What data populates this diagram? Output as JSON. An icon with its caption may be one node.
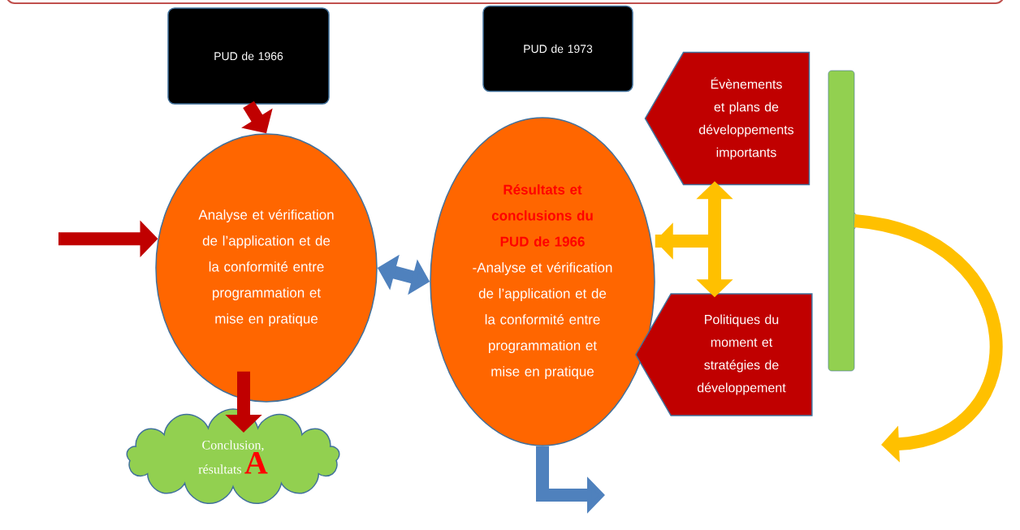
{
  "diagram": {
    "nodes": [
      {
        "text": [
          "PUD de 1966"
        ]
      },
      {
        "text": [
          "PUD de 1973"
        ]
      },
      {
        "text": [
          "Analyse et vérification de l’application et de la conformité entre programmation et mise en pratique"
        ]
      },
      {
        "text": [
          "Résultats et conclusions du PUD de 1966",
          "-Analyse et vérification de l’application et de la conformité entre programmation et mise en pratique"
        ]
      },
      {
        "text": [
          "Évènements et plans de développements importants"
        ]
      },
      {
        "text": [
          "Politiques du moment et stratégies de développement"
        ]
      },
      {
        "text": [
          "Conclusion, résultats",
          "A"
        ]
      },
      {
        "text": [],
        "shape": "bar"
      }
    ],
    "edges": [
      {
        "from": null,
        "to": 2,
        "arrow": "to",
        "color": "#c00000"
      },
      {
        "from": 0,
        "to": 2,
        "arrow": "to",
        "color": "#c00000"
      },
      {
        "from": 2,
        "to": 3,
        "arrow": "both",
        "color": "#4f81bd"
      },
      {
        "from": 2,
        "to": 6,
        "arrow": "to",
        "color": "#c00000"
      },
      {
        "from": 3,
        "to": null,
        "arrow": "to",
        "color": "#4f81bd"
      },
      {
        "from": 4,
        "to": 3,
        "arrow": "both",
        "color": "#ffc000"
      },
      {
        "from": 3,
        "to": 5,
        "arrow": "to",
        "color": "#ffc000"
      },
      {
        "from": 7,
        "to": null,
        "arrow": "to",
        "color": "#ffc000"
      }
    ]
  }
}
